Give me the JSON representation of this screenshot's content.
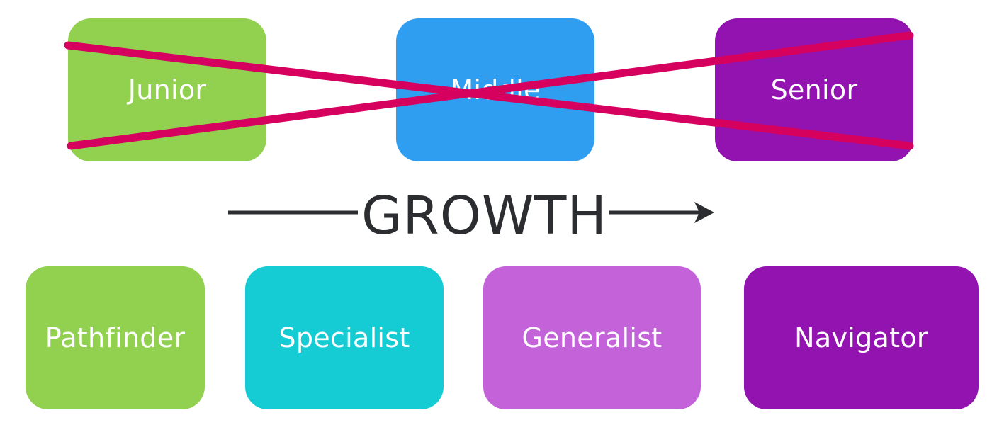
{
  "top_row": [
    {
      "id": "junior",
      "label": "Junior",
      "color": "#92d050"
    },
    {
      "id": "middle",
      "label": "Middle",
      "color": "#2f9ef0"
    },
    {
      "id": "senior",
      "label": "Senior",
      "color": "#9213b0"
    }
  ],
  "cross_out_color": "#d6005f",
  "growth": {
    "label": "GROWTH",
    "color": "#2b2d30"
  },
  "bottom_row": [
    {
      "id": "pathfinder",
      "label": "Pathfinder",
      "color": "#92d050"
    },
    {
      "id": "specialist",
      "label": "Specialist",
      "color": "#15ccd4"
    },
    {
      "id": "generalist",
      "label": "Generalist",
      "color": "#c462d9"
    },
    {
      "id": "navigator",
      "label": "Navigator",
      "color": "#9213b0"
    }
  ]
}
